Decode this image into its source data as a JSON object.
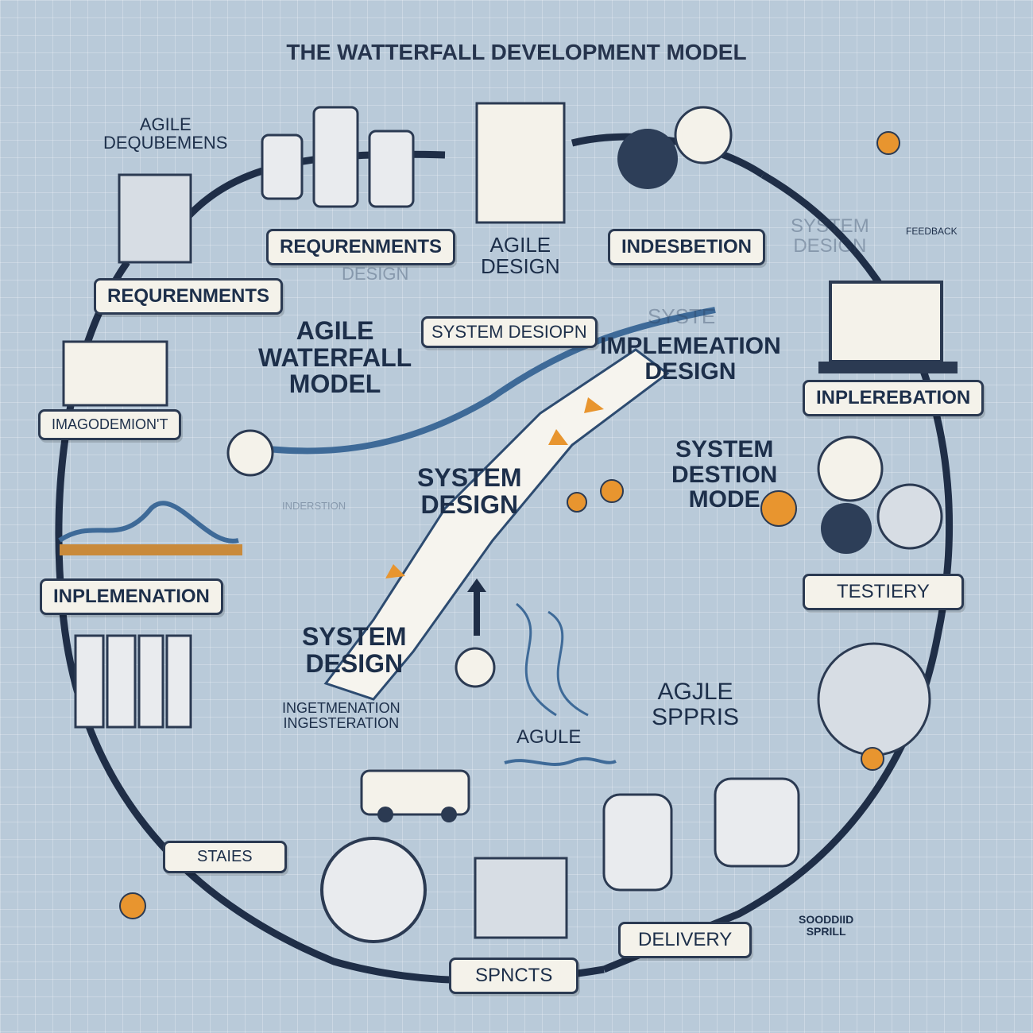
{
  "title": "THE WATTERFALL DEVELOPMENT MODEL",
  "boxes": {
    "requirements_top": "REQURENMENTS",
    "requirements_left": "REQURENMENTS",
    "indesbetion": "INDESBETION",
    "system_design_box": "SYSTEM DESIOPN",
    "inplerebation": "INPLEREBATION",
    "imagodemiont": "IMAGODEMION'T",
    "inplemenation": "INPLEMENATION",
    "testiery": "TESTIERY",
    "staies": "STAIES",
    "delivery": "DELIVERY",
    "spncts": "SPNCTS"
  },
  "labels": {
    "agile_reqs": "AGILE\nDEQUBEMENS",
    "design_under": "DESIGN",
    "agile_design": "AGILE\nDESIGN",
    "system_design_faded": "SYSTEM\nDESIGN",
    "feedback": "FEEDBACK",
    "agile_waterfall": "AGILE\nWATERFALL\nMODEL",
    "syste_faded": "SYSTE",
    "implemeation_design": "IMPLEMEATION\nDESIGN",
    "system_design_center": "SYSTEM\nDESIGN",
    "system_destion_mode": "SYSTEM\nDESTION\nMODE",
    "system_design_lower": "SYSTEM\nDESIGN",
    "ingetmenation": "INGETMENATION\nINGESTERATION",
    "agule": "AGULE",
    "agjle_sppris": "AGJLE\nSPPRIS",
    "sooddiid": "SOODDIID\nSPRILL",
    "inderstion": "INDERSTION"
  },
  "colors": {
    "accent": "#e8952f",
    "ink": "#1d2f4a",
    "background": "#b9cad9"
  }
}
